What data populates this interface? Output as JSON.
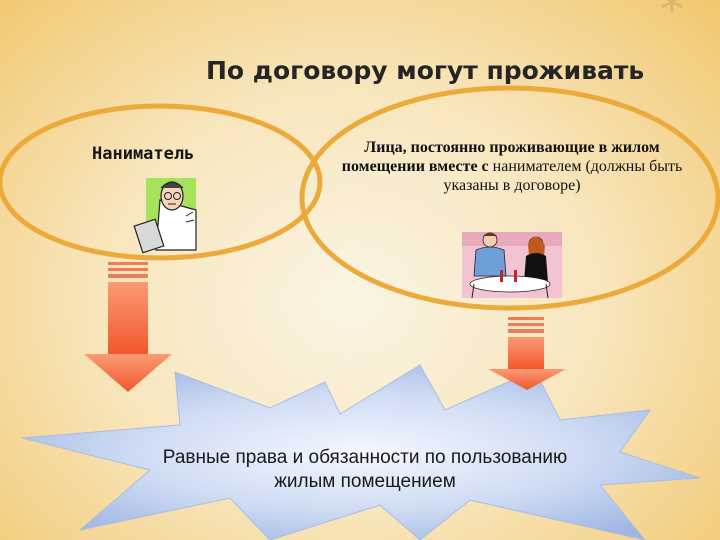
{
  "slide": {
    "title": "По договору могут проживать",
    "left_label": "Наниматель",
    "right_label_bold": "Лица, постоянно проживающие в жилом помещении вместе с",
    "right_label_regular": "нанимателем (должны быть указаны в договоре)",
    "star_text_line1": "Равные права и обязанности по пользованию",
    "star_text_line2": "жилым помещением",
    "asterisk": "*"
  },
  "images": {
    "left_clipart": "man-with-clipboard",
    "right_clipart": "couple-at-cafe-table"
  },
  "colors": {
    "ellipse_stroke": "#ecaa3a",
    "arrow_fill": "#f26a44",
    "star_fill": "#c9d8f2"
  }
}
